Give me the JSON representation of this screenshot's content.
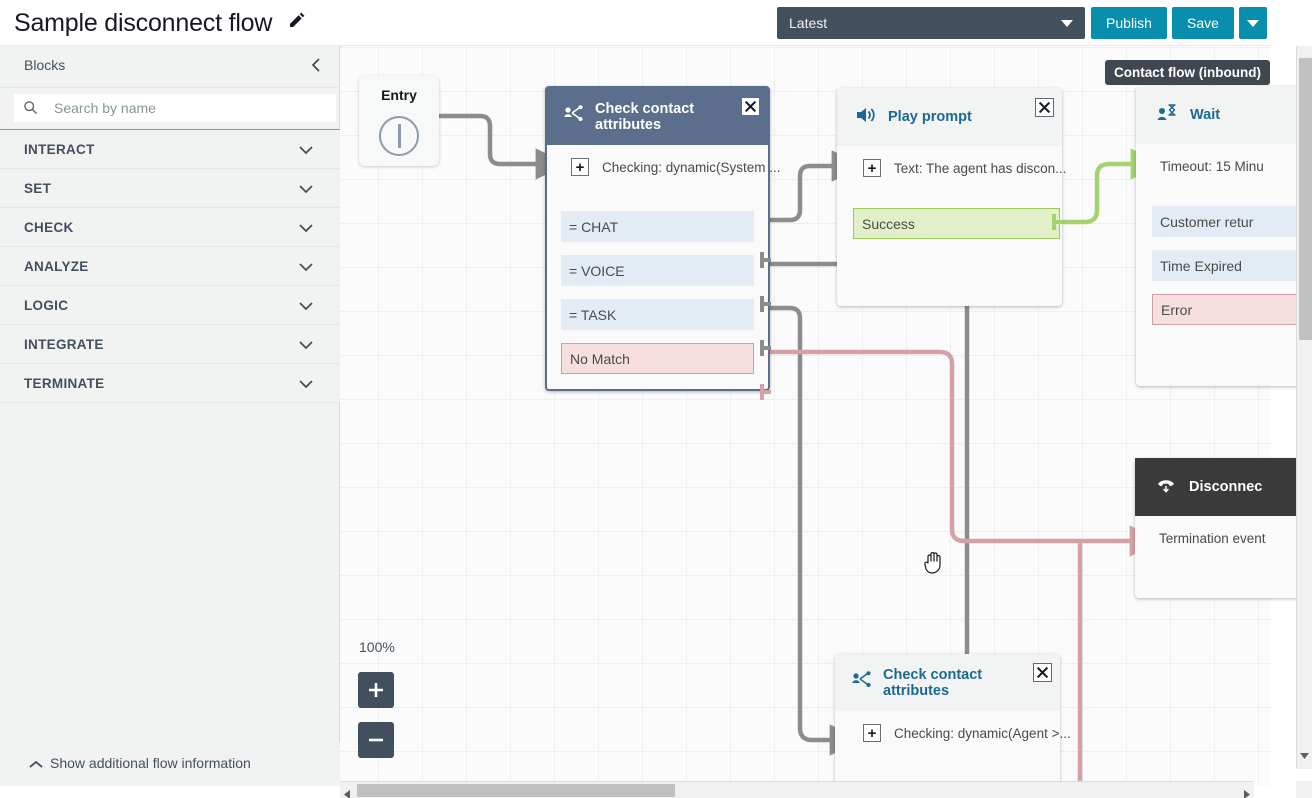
{
  "topbar": {
    "flow_title": "Sample disconnect flow",
    "edit_icon": "pencil-icon",
    "version_value": "Latest",
    "publish_label": "Publish",
    "save_label": "Save",
    "more_label": "",
    "teal_accent": "#0a8ead",
    "dark_accent": "#43505e"
  },
  "sidebar": {
    "title": "Blocks",
    "collapse_icon": "chevron-left-icon",
    "search": {
      "placeholder": "Search by name",
      "value": "",
      "icon": "search-icon"
    },
    "categories": [
      {
        "label": "INTERACT",
        "chevron": "chevron-down-icon"
      },
      {
        "label": "SET",
        "chevron": "chevron-down-icon"
      },
      {
        "label": "CHECK",
        "chevron": "chevron-down-icon"
      },
      {
        "label": "ANALYZE",
        "chevron": "chevron-down-icon"
      },
      {
        "label": "LOGIC",
        "chevron": "chevron-down-icon"
      },
      {
        "label": "INTEGRATE",
        "chevron": "chevron-down-icon"
      },
      {
        "label": "TERMINATE",
        "chevron": "chevron-down-icon"
      }
    ],
    "footer_label": "Show additional flow information",
    "footer_icon": "chevron-up-icon"
  },
  "canvas": {
    "flow_type_tooltip": "Contact flow (inbound)",
    "zoom_level": "100%",
    "zoom_in_label": "+",
    "zoom_out_label": "−",
    "cursor": "grab-hand-cursor",
    "entry": {
      "label": "Entry"
    },
    "blocks": [
      {
        "id": "cca1",
        "title": "Check contact attributes",
        "icon": "check-contact-attributes-icon",
        "header_style": "dark",
        "selected": true,
        "close_icon": "close-icon",
        "param": "Checking: dynamic(System ...",
        "branches": [
          {
            "label": "= CHAT",
            "kind": "blue"
          },
          {
            "label": "= VOICE",
            "kind": "blue"
          },
          {
            "label": "= TASK",
            "kind": "blue"
          },
          {
            "label": "No Match",
            "kind": "red"
          }
        ]
      },
      {
        "id": "playprompt",
        "title": "Play prompt",
        "icon": "speaker-icon",
        "header_style": "light",
        "selected": false,
        "close_icon": "close-icon",
        "param": "Text: The agent has discon...",
        "branches": [
          {
            "label": "Success",
            "kind": "green"
          }
        ]
      },
      {
        "id": "wait",
        "title": "Wait",
        "icon": "wait-hourglass-person-icon",
        "header_style": "light",
        "selected": false,
        "close_icon": "",
        "param": "Timeout: 15 Minu",
        "branches": [
          {
            "label": "Customer retur",
            "kind": "blue"
          },
          {
            "label": "Time Expired",
            "kind": "blue"
          },
          {
            "label": "Error",
            "kind": "red"
          }
        ]
      },
      {
        "id": "disconnect",
        "title": "Disconnec",
        "icon": "disconnect-phone-icon",
        "header_style": "black",
        "selected": false,
        "close_icon": "",
        "param": "Termination event",
        "branches": []
      },
      {
        "id": "cca2",
        "title": "Check contact attributes",
        "icon": "check-contact-attributes-icon",
        "header_style": "light",
        "selected": false,
        "close_icon": "close-icon",
        "param": "Checking: dynamic(Agent >...",
        "branches": []
      }
    ],
    "edge_colors": {
      "default": "#8c8c8c",
      "success": "#a4d26f",
      "error": "#d4a1a6"
    }
  },
  "scrollbars": {
    "h_left_icon": "triangle-left-icon",
    "h_right_icon": "triangle-right-icon",
    "v_down_icon": "triangle-down-icon"
  }
}
